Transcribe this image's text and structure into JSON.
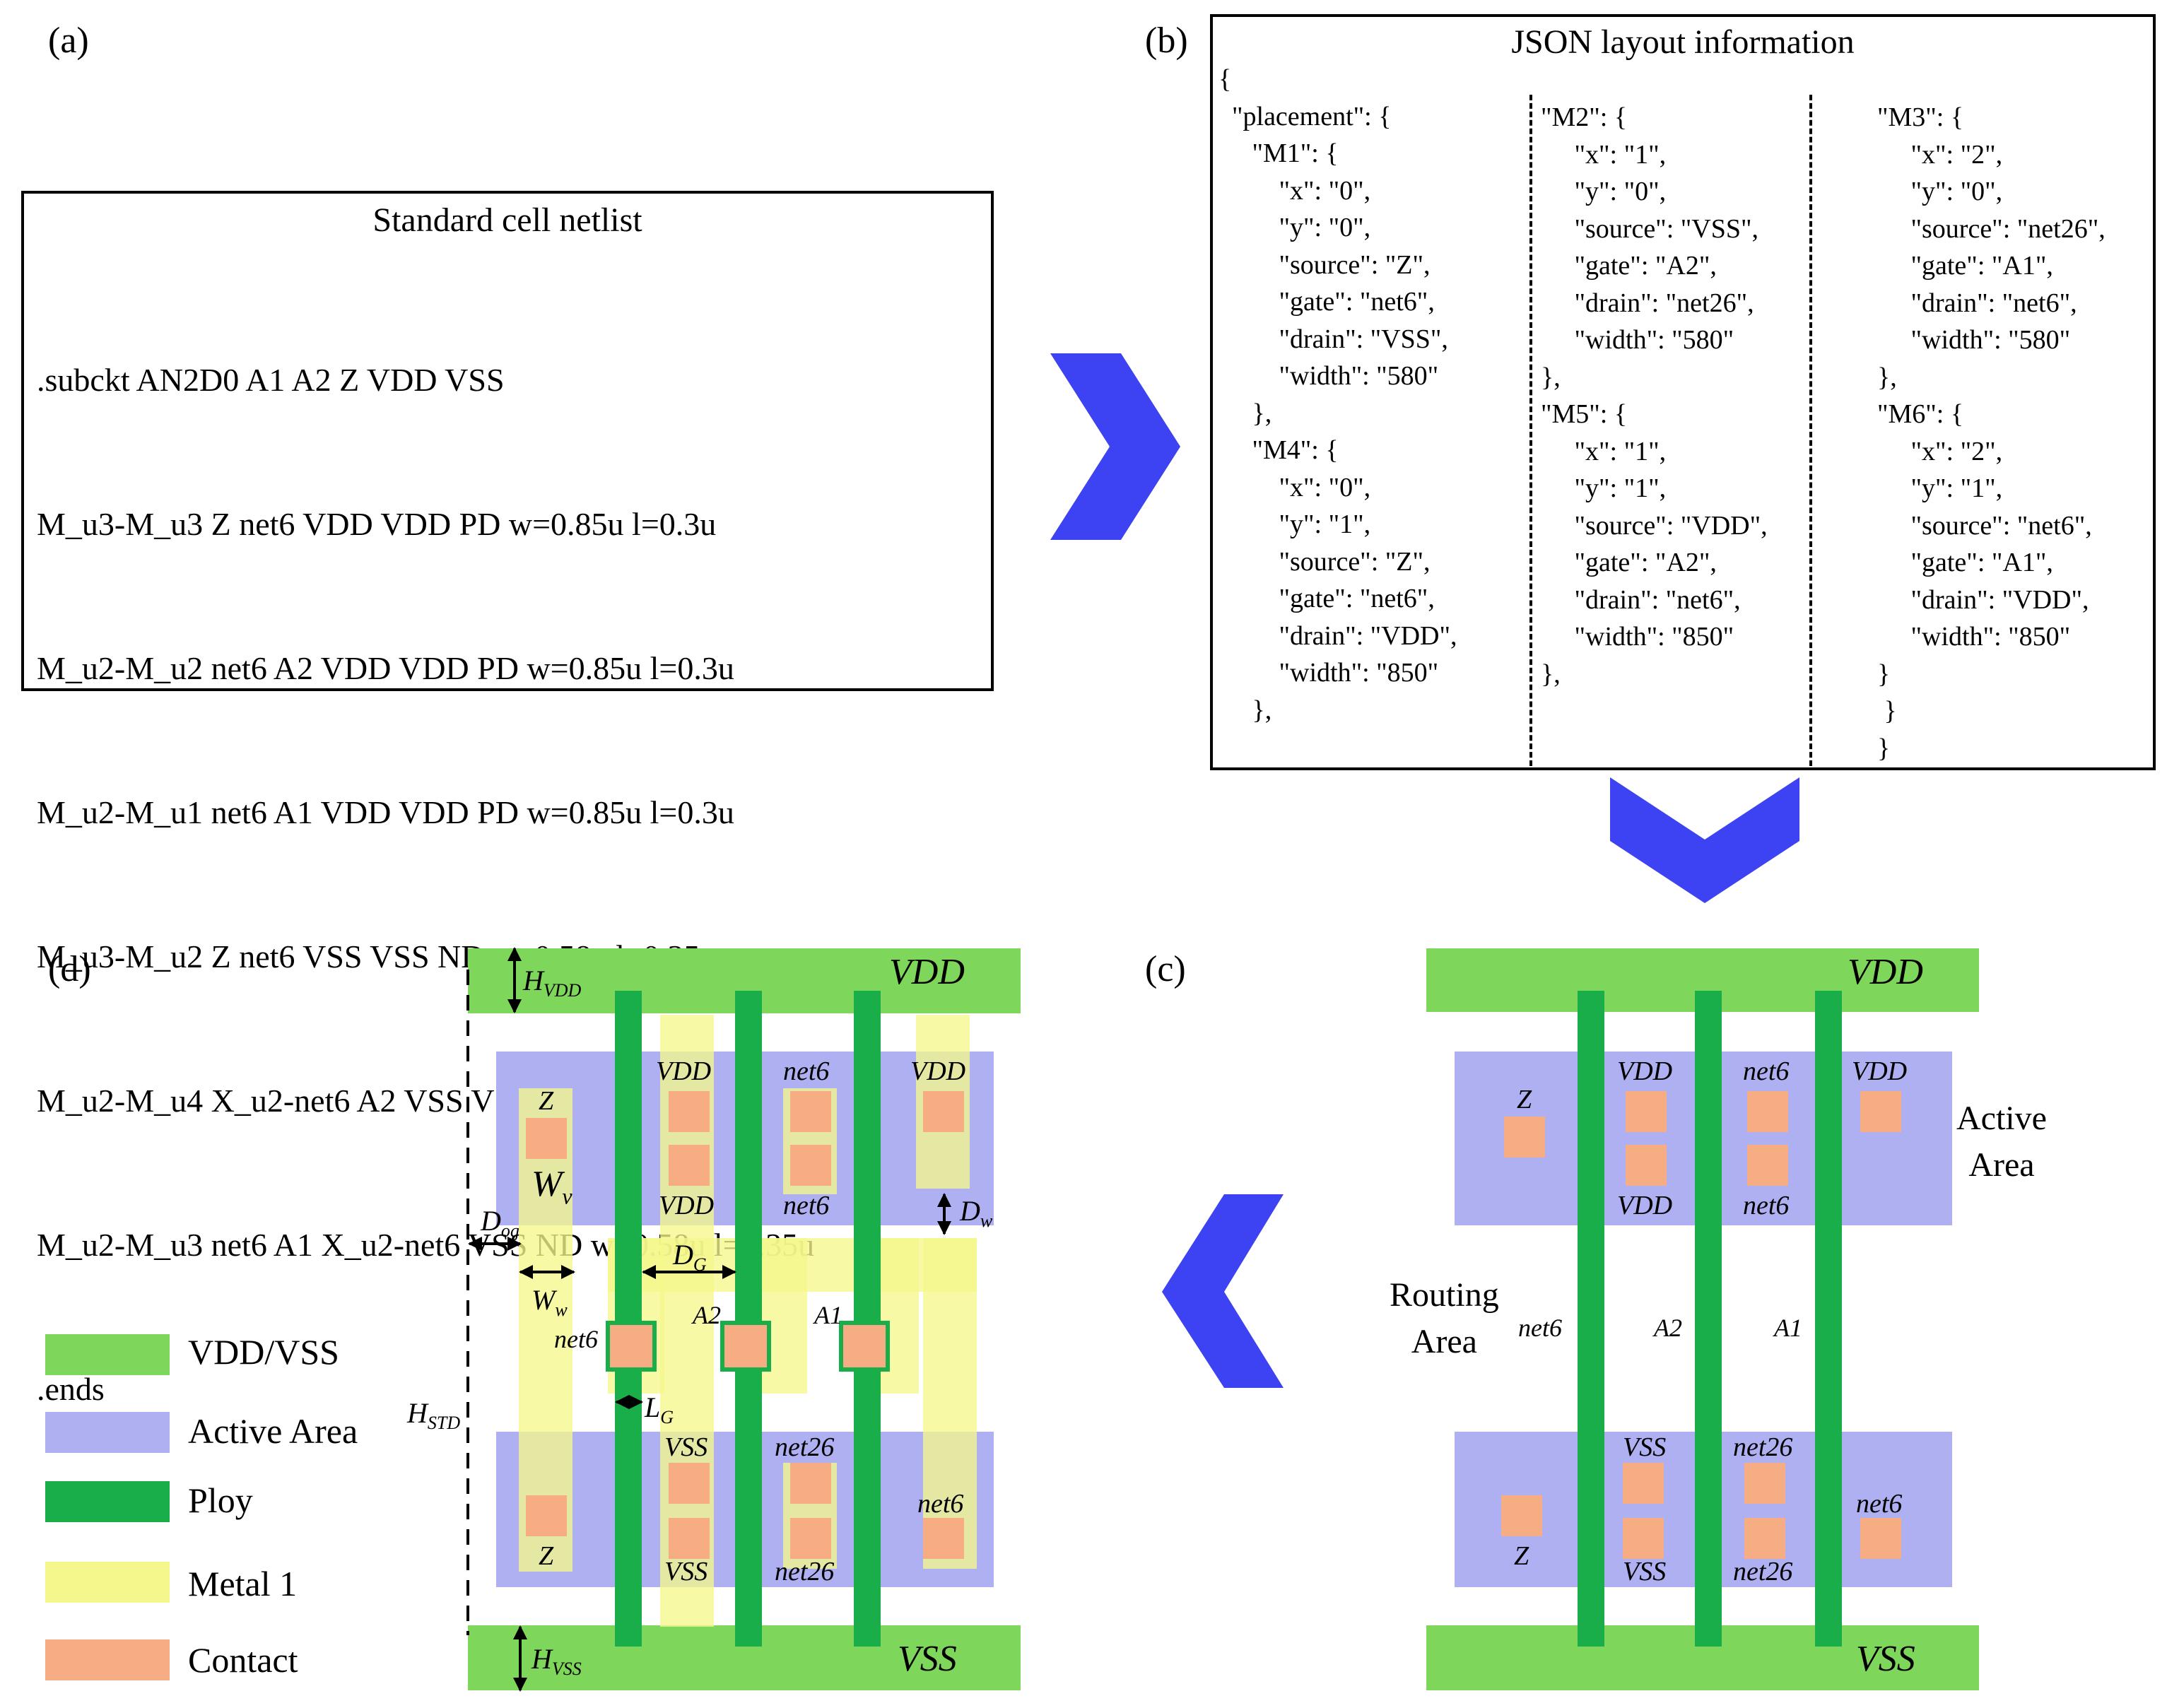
{
  "panels": {
    "a": "(a)",
    "b": "(b)",
    "c": "(c)",
    "d": "(d)"
  },
  "netlist": {
    "title": "Standard cell netlist",
    "lines": [
      ".subckt AN2D0 A1 A2 Z VDD VSS",
      "M_u3-M_u3 Z net6 VDD VDD PD w=0.85u l=0.3u",
      "M_u2-M_u2 net6 A2 VDD VDD PD w=0.85u l=0.3u",
      "M_u2-M_u1 net6 A1 VDD VDD PD w=0.85u l=0.3u",
      "M_u3-M_u2 Z net6 VSS VSS ND w=0.58u l=0.35u",
      "M_u2-M_u4 X_u2-net6 A2 VSS VSS ND w=0.58u l=0.35u",
      "M_u2-M_u3 net6 A1 X_u2-net6 VSS ND w=0.58u l=0.35u",
      ".ends"
    ]
  },
  "json_layout": {
    "title": "JSON layout information",
    "col1": "{\n  \"placement\": {\n     \"M1\": {\n         \"x\": \"0\",\n         \"y\": \"0\",\n         \"source\": \"Z\",\n         \"gate\": \"net6\",\n         \"drain\": \"VSS\",\n         \"width\": \"580\"\n     },\n     \"M4\": {\n         \"x\": \"0\",\n         \"y\": \"1\",\n         \"source\": \"Z\",\n         \"gate\": \"net6\",\n         \"drain\": \"VDD\",\n         \"width\": \"850\"\n     },",
    "col2": "\"M2\": {\n     \"x\": \"1\",\n     \"y\": \"0\",\n     \"source\": \"VSS\",\n     \"gate\": \"A2\",\n     \"drain\": \"net26\",\n     \"width\": \"580\"\n},\n\"M5\": {\n     \"x\": \"1\",\n     \"y\": \"1\",\n     \"source\": \"VDD\",\n     \"gate\": \"A2\",\n     \"drain\": \"net6\",\n     \"width\": \"850\"\n},",
    "col3": "\"M3\": {\n     \"x\": \"2\",\n     \"y\": \"0\",\n     \"source\": \"net26\",\n     \"gate\": \"A1\",\n     \"drain\": \"net6\",\n     \"width\": \"580\"\n},\n\"M6\": {\n     \"x\": \"2\",\n     \"y\": \"1\",\n     \"source\": \"net6\",\n     \"gate\": \"A1\",\n     \"drain\": \"VDD\",\n     \"width\": \"850\"\n}\n }\n}"
  },
  "layout_c": {
    "vdd": "VDD",
    "vss": "VSS",
    "active_area": "Active\nArea",
    "routing_area": "Routing\nArea",
    "gates": [
      "net6",
      "A2",
      "A1"
    ],
    "top_labels": [
      "VDD",
      "net6",
      "VDD",
      "VDD",
      "net6"
    ],
    "bottom_labels": [
      "VSS",
      "net26",
      "VSS",
      "net26",
      "net6"
    ],
    "z_top": "Z",
    "z_bottom": "Z"
  },
  "layout_d": {
    "vdd": "VDD",
    "vss": "VSS",
    "top_labels": [
      "VDD",
      "net6",
      "VDD",
      "VDD",
      "net6"
    ],
    "bottom_labels": [
      "VSS",
      "net26",
      "VSS",
      "net26",
      "net6"
    ],
    "z_top": "Z",
    "z_bottom": "Z",
    "gates": [
      "net6",
      "A2",
      "A1"
    ],
    "dims": {
      "h_vdd": "H",
      "h_vdd_sub": "VDD",
      "h_vss": "H",
      "h_vss_sub": "VSS",
      "h_std": "H",
      "h_std_sub": "STD",
      "w_v": "W",
      "w_v_sub": "v",
      "w_w": "W",
      "w_w_sub": "w",
      "d_og": "D",
      "d_og_sub": "og",
      "d_g": "D",
      "d_g_sub": "G",
      "d_w": "D",
      "d_w_sub": "w",
      "l_g": "L",
      "l_g_sub": "G"
    }
  },
  "legend": [
    {
      "label": "VDD/VSS",
      "color": "#7ed65b"
    },
    {
      "label": "Active Area",
      "color": "#aeb0f2"
    },
    {
      "label": "Ploy",
      "color": "#1aae4a"
    },
    {
      "label": "Metal 1",
      "color": "#f5f78c"
    },
    {
      "label": "Contact",
      "color": "#f7ad84"
    }
  ],
  "colors": {
    "arrow": "#3d42f2",
    "rail": "#7ed65b",
    "active": "#aeb0f2",
    "poly": "#1aae4a",
    "metal": "#f5f78c",
    "contact": "#f7ad84"
  }
}
